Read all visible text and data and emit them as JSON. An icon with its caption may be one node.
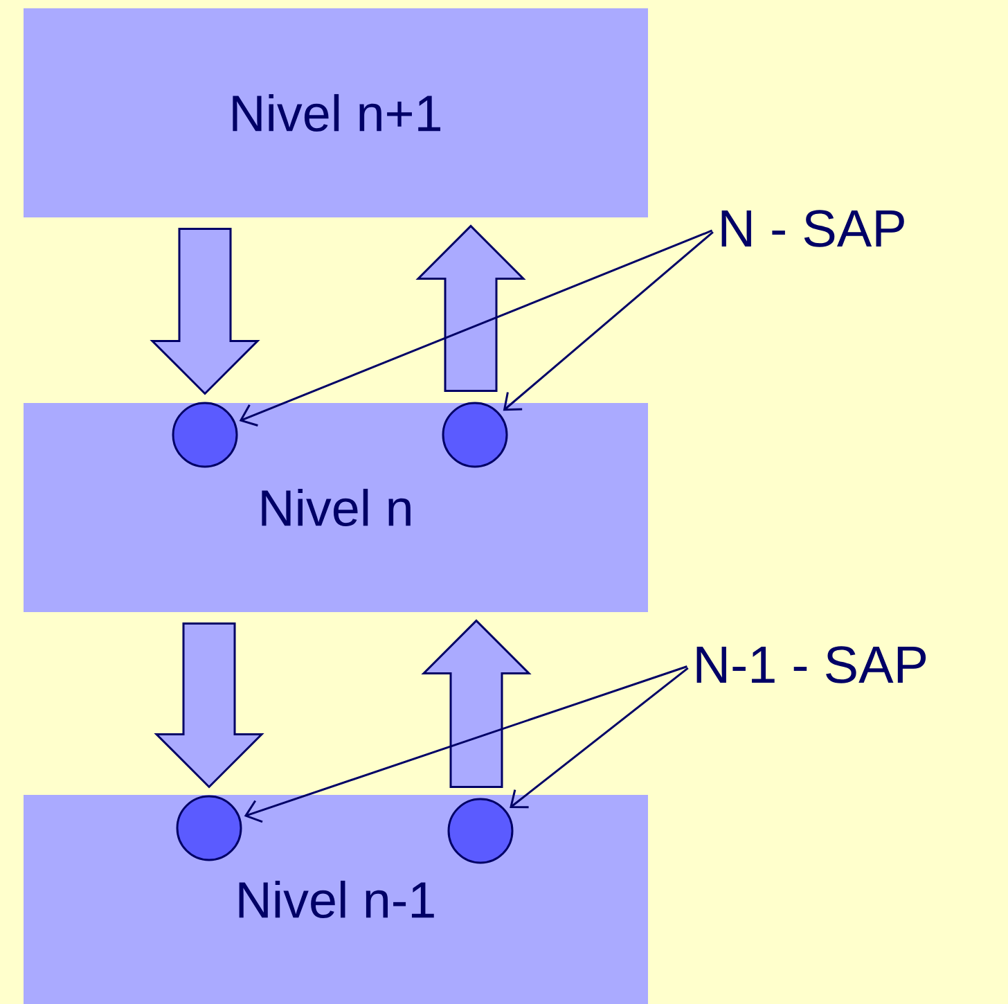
{
  "diagram": {
    "nodes": [
      {
        "text": [
          "Nivel n+1"
        ]
      },
      {
        "text": [
          "N - SAP"
        ]
      },
      {
        "text": [
          "Nivel n"
        ]
      },
      {
        "text": [],
        "shape": "circle",
        "in": 2
      },
      {
        "text": [],
        "shape": "circle",
        "in": 2
      },
      {
        "text": [
          "N-1 - SAP"
        ]
      },
      {
        "text": [
          "Nivel n-1"
        ]
      },
      {
        "text": [],
        "shape": "circle",
        "in": 6
      },
      {
        "text": [],
        "shape": "circle",
        "in": 6
      }
    ],
    "edges": [
      {
        "from": 0,
        "to": 3,
        "arrow": "to",
        "style": "thick"
      },
      {
        "from": 4,
        "to": 0,
        "arrow": "to",
        "style": "thick"
      },
      {
        "from": 1,
        "to": 3,
        "arrow": "to"
      },
      {
        "from": 1,
        "to": 4,
        "arrow": "to"
      },
      {
        "from": 2,
        "to": 7,
        "arrow": "to",
        "style": "thick"
      },
      {
        "from": 8,
        "to": 2,
        "arrow": "to",
        "style": "thick"
      },
      {
        "from": 5,
        "to": 7,
        "arrow": "to"
      },
      {
        "from": 5,
        "to": 8,
        "arrow": "to"
      }
    ]
  }
}
